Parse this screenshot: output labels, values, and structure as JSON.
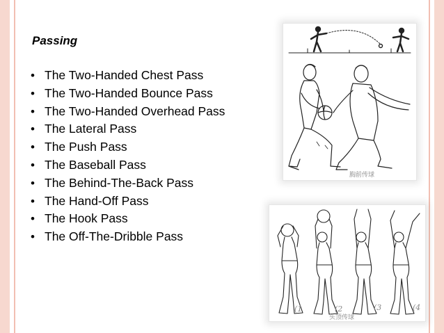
{
  "slide": {
    "title": "Passing",
    "bullet_symbol": "•",
    "items": [
      "The Two-Handed Chest Pass",
      "The Two-Handed Bounce Pass",
      "The Two-Handed Overhead Pass",
      "The Lateral Pass",
      "The Push Pass",
      "The Baseball Pass",
      "The Behind-The-Back Pass",
      "The Hand-Off Pass",
      "The Hook Pass",
      "The Off-The-Dribble Pass"
    ]
  },
  "images": {
    "top_caption": "胸前传球",
    "bottom_caption": "头顶传球",
    "bottom_sequence_labels": [
      "(1",
      "(2",
      "(3",
      "(4"
    ]
  },
  "colors": {
    "border": "#f7d8cf",
    "border_line": "#f2bfb2",
    "text": "#000000"
  }
}
